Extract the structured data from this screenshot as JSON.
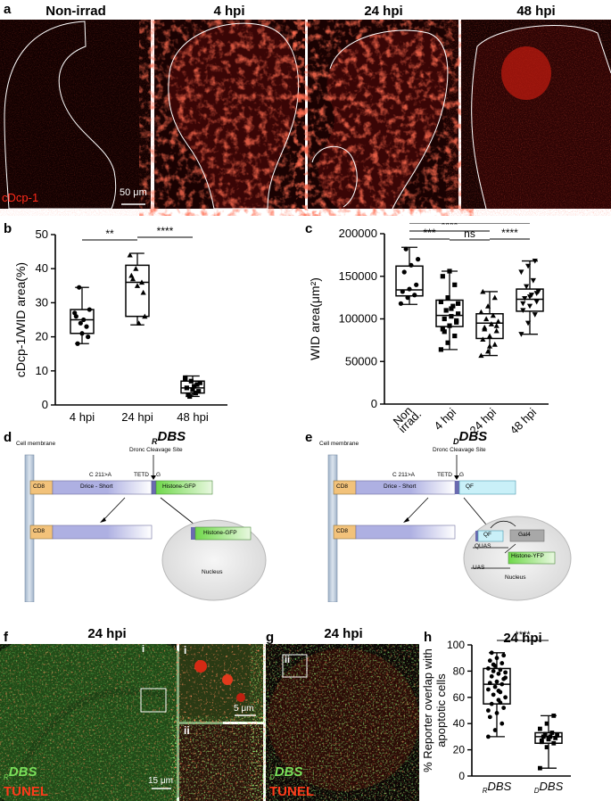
{
  "panels": {
    "a": {
      "label": "a",
      "titles": [
        "Non-irrad",
        "4 hpi",
        "24 hpi",
        "48 hpi"
      ],
      "stain": "cDcp-1",
      "scale": "50 μm",
      "colors": {
        "signal": "#ff2a1a",
        "background": "#160202"
      }
    },
    "b": {
      "label": "b"
    },
    "c": {
      "label": "c"
    },
    "d": {
      "label": "d",
      "title": "DBS",
      "subscript": "R",
      "membrane": "Cell membrane",
      "cleavage": "Dronc Cleavage Site",
      "c211": "C 211>A",
      "tetd": "TETD",
      "g": "G",
      "cd8": "CD8",
      "drice": "Drice - Short",
      "reporter": "Histone-GFP",
      "nuc_reporter": "Histone-GFP",
      "nucleus": "Nucleus"
    },
    "e": {
      "label": "e",
      "title": "DBS",
      "subscript": "D",
      "membrane": "Cell membrane",
      "cleavage": "Dronc Cleavage Site",
      "c211": "C 211>A",
      "tetd": "TETD",
      "g": "G",
      "cd8": "CD8",
      "drice": "Drice - Short",
      "reporter": "QF",
      "nuc_qf": "QF",
      "gal4": "Gal4",
      "quas": "QUAS",
      "yfp": "Histone-YFP",
      "uas": "UAS",
      "nucleus": "Nucleus"
    },
    "f": {
      "label": "f",
      "title": "24 hpi",
      "inset1": "i",
      "inset2": "ii",
      "scale_main": "15 μm",
      "scale_inset": "5 μm",
      "legend_sub": "R",
      "legend_dbs": "DBS",
      "legend_tunel": "TUNEL"
    },
    "g": {
      "label": "g",
      "title": "24 hpi",
      "inset": "ii",
      "legend_sub": "D",
      "legend_dbs": "DBS",
      "legend_tunel": "TUNEL"
    },
    "h": {
      "label": "h"
    }
  },
  "chart_data": [
    {
      "id": "b",
      "type": "box",
      "ylabel": "cDcp-1/WID area(%)",
      "ylim": [
        0,
        50
      ],
      "yticks": [
        0,
        10,
        20,
        30,
        40,
        50
      ],
      "categories": [
        "4 hpi",
        "24 hpi",
        "48 hpi"
      ],
      "boxes": [
        {
          "min": 18,
          "q1": 21,
          "median": 25,
          "q3": 28,
          "max": 34.5
        },
        {
          "min": 23.5,
          "q1": 26,
          "median": 36,
          "q3": 41,
          "max": 44.5
        },
        {
          "min": 2.5,
          "q1": 3.5,
          "median": 5,
          "q3": 7,
          "max": 8.5
        }
      ],
      "points": [
        [
          27,
          24,
          23,
          26,
          21,
          20,
          18,
          25,
          28,
          34.5
        ],
        [
          44,
          40,
          36,
          38,
          35,
          33,
          37,
          24,
          26
        ],
        [
          8,
          7,
          6,
          5,
          4.5,
          4,
          3,
          5.5,
          6.5,
          2.5,
          3.5,
          7.5
        ]
      ],
      "markers": [
        "circle",
        "triangle",
        "square"
      ],
      "significance": [
        {
          "from": 0,
          "to": 1,
          "label": "**"
        },
        {
          "from": 1,
          "to": 2,
          "label": "****"
        }
      ]
    },
    {
      "id": "c",
      "type": "box",
      "ylabel": "WID area(μm²)",
      "ylim": [
        0,
        200000
      ],
      "yticks": [
        0,
        50000,
        100000,
        150000,
        200000
      ],
      "ytick_labels": [
        "0",
        "50000",
        "100000",
        "150000",
        "200000"
      ],
      "categories": [
        "Non irrad.",
        "4 hpi",
        "24 hpi",
        "48 hpi"
      ],
      "boxes": [
        {
          "min": 117000,
          "q1": 127000,
          "median": 134000,
          "q3": 162000,
          "max": 184000
        },
        {
          "min": 64000,
          "q1": 91000,
          "median": 104000,
          "q3": 122000,
          "max": 156000
        },
        {
          "min": 57000,
          "q1": 77000,
          "median": 95000,
          "q3": 106000,
          "max": 132000
        },
        {
          "min": 82000,
          "q1": 109000,
          "median": 123000,
          "q3": 135000,
          "max": 168000
        }
      ],
      "points": [
        [
          118000,
          125000,
          128000,
          132000,
          135000,
          140000,
          155000,
          163000,
          170000,
          182000
        ],
        [
          64000,
          72000,
          80000,
          88000,
          92000,
          96000,
          100000,
          103000,
          106000,
          110000,
          115000,
          120000,
          125000,
          140000,
          150000,
          156000,
          98000,
          85000,
          112000,
          118000
        ],
        [
          57000,
          62000,
          70000,
          76000,
          80000,
          86000,
          90000,
          94000,
          97000,
          100000,
          104000,
          108000,
          115000,
          125000,
          132000,
          68000,
          92000,
          88000
        ],
        [
          82000,
          95000,
          105000,
          110000,
          115000,
          120000,
          124000,
          128000,
          132000,
          138000,
          145000,
          155000,
          162000,
          168000,
          118000,
          126000,
          130000
        ]
      ],
      "markers": [
        "circle",
        "square",
        "triangle",
        "invtriangle"
      ],
      "significance": [
        {
          "from": 0,
          "to": 3,
          "label": "ns"
        },
        {
          "from": 0,
          "to": 2,
          "label": "****"
        },
        {
          "from": 0,
          "to": 1,
          "label": "***"
        },
        {
          "from": 1,
          "to": 2,
          "label": "ns"
        },
        {
          "from": 2,
          "to": 3,
          "label": "****"
        }
      ]
    },
    {
      "id": "h",
      "type": "box",
      "title": "24 hpi",
      "ylabel": "% Reporter overlap with apoptotic cells",
      "ylim": [
        0,
        100
      ],
      "yticks": [
        0,
        20,
        40,
        60,
        80,
        100
      ],
      "categories": [
        "RDBS",
        "DDBS"
      ],
      "category_main": [
        "DBS",
        "DBS"
      ],
      "category_sub": [
        "R",
        "D"
      ],
      "boxes": [
        {
          "min": 30,
          "q1": 55,
          "median": 70,
          "q3": 82,
          "max": 94
        },
        {
          "min": 6,
          "q1": 25,
          "median": 30,
          "q3": 33,
          "max": 46
        }
      ],
      "points": [
        [
          30,
          35,
          40,
          45,
          48,
          52,
          55,
          58,
          60,
          62,
          64,
          66,
          68,
          70,
          71,
          72,
          74,
          76,
          78,
          79,
          80,
          81,
          82,
          84,
          86,
          88,
          90,
          92,
          94,
          65,
          75,
          85,
          56,
          50
        ],
        [
          6,
          22,
          25,
          27,
          28,
          29,
          30,
          30,
          31,
          32,
          33,
          36,
          40,
          46,
          26,
          29
        ]
      ],
      "markers": [
        "circle",
        "square"
      ],
      "significance": [
        {
          "from": 0,
          "to": 1,
          "label": "****"
        }
      ]
    }
  ]
}
